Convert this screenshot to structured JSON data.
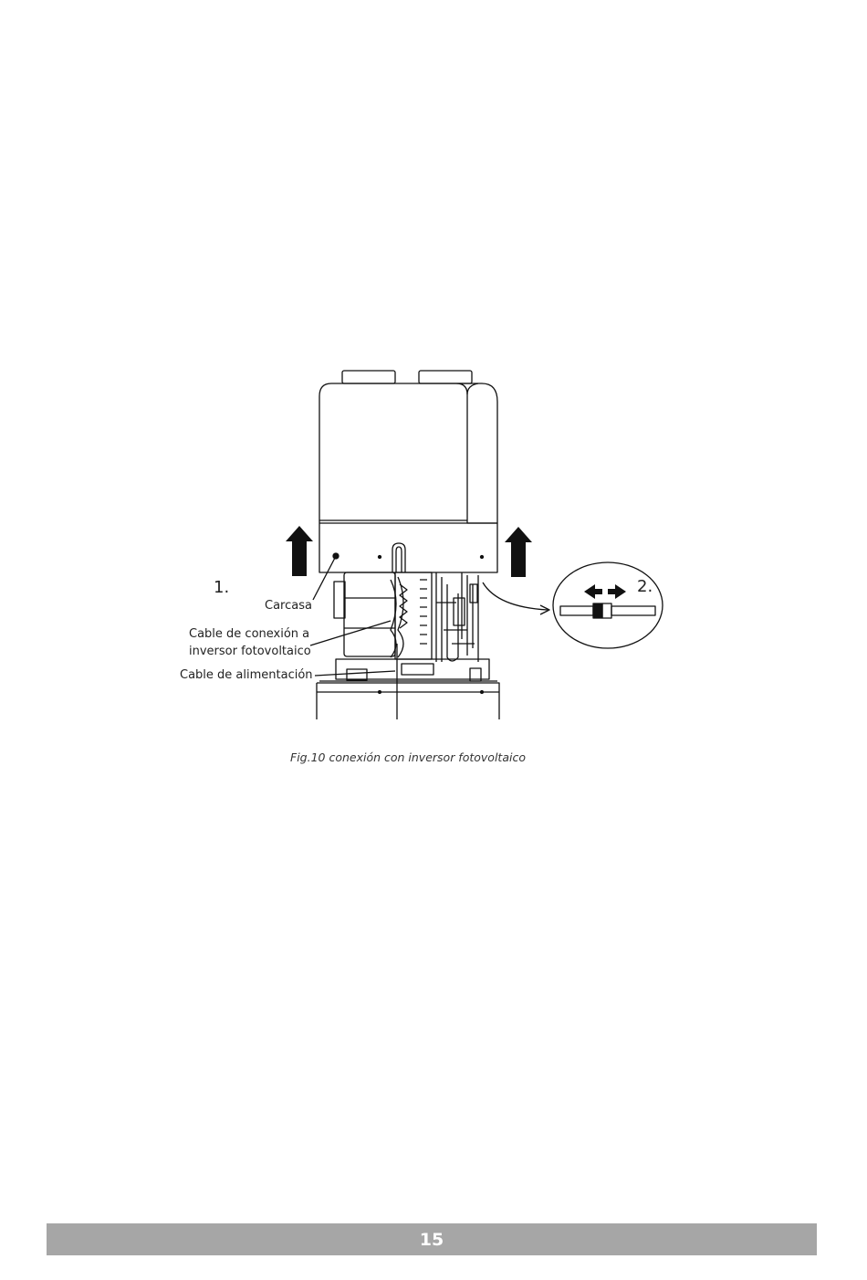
{
  "figure": {
    "step_1": "1.",
    "step_2": "2.",
    "callouts": {
      "housing": "Carcasa",
      "pv_cable_line1": "Cable de conexión a",
      "pv_cable_line2": "inversor fotovoltaico",
      "power_cable": "Cable de alimentación"
    },
    "caption": "Fig.10 conexión con inversor fotovoltaico"
  },
  "footer": {
    "page_number": "15",
    "bar_color": "#a6a6a6"
  }
}
